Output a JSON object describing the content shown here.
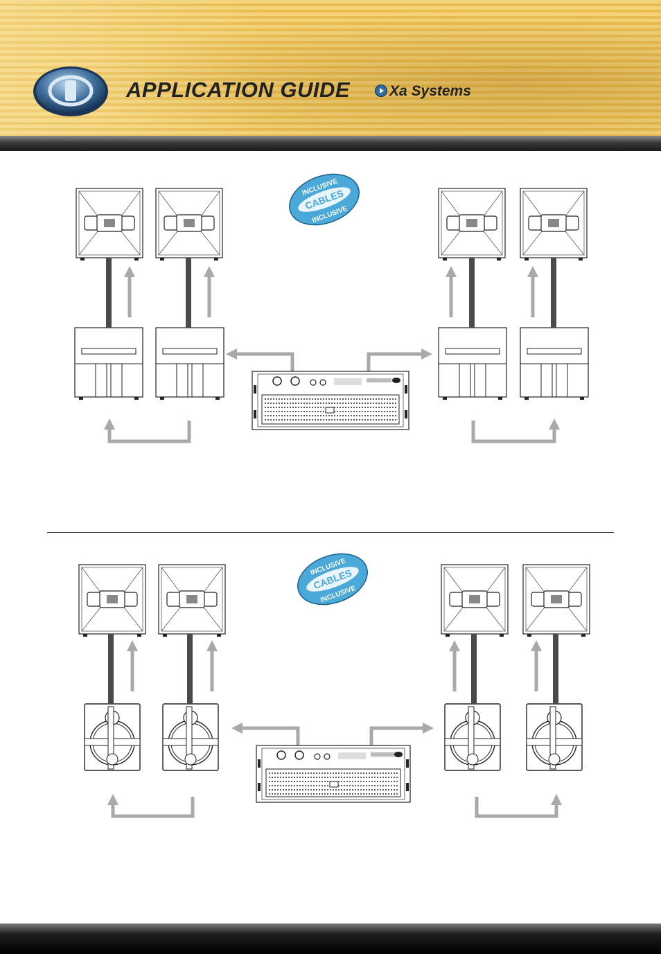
{
  "header": {
    "title": "APPLICATION GUIDE",
    "subtitle": "Xa Systems"
  },
  "badges": [
    {
      "top_text": "INCLUSIVE",
      "middle_text": "CABLES",
      "bottom_text": "INCLUSIVE"
    },
    {
      "top_text": "INCLUSIVE",
      "middle_text": "CABLES",
      "bottom_text": "INCLUSIVE"
    }
  ],
  "colors": {
    "header_gold": "#f3d37a",
    "badge_blue": "#4aa9d8",
    "cable_dark": "#4a4a4a",
    "arrow_grey": "#a9a9a9",
    "footer_black": "#000000"
  },
  "icons": [
    "logo-disc-icon",
    "play-icon",
    "amplifier-icon",
    "top-speaker-icon",
    "sub-cabinet-icon",
    "woofer-sub-icon"
  ]
}
